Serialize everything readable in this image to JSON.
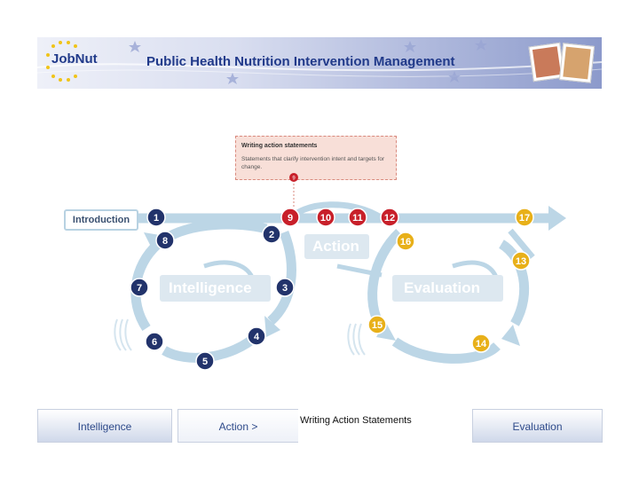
{
  "header": {
    "logo_text": "JobNut",
    "title": "Public Health Nutrition Intervention Management"
  },
  "info_box": {
    "title": "Writing action statements",
    "text": "Statements that clarify intervention intent and targets for change.",
    "marker": "9"
  },
  "diagram": {
    "introduction": "Introduction",
    "labels": {
      "intelligence": "Intelligence",
      "action": "Action",
      "evaluation": "Evaluation"
    },
    "steps": [
      {
        "n": "1",
        "group": "navy"
      },
      {
        "n": "2",
        "group": "navy"
      },
      {
        "n": "3",
        "group": "navy"
      },
      {
        "n": "4",
        "group": "navy"
      },
      {
        "n": "5",
        "group": "navy"
      },
      {
        "n": "6",
        "group": "navy"
      },
      {
        "n": "7",
        "group": "navy"
      },
      {
        "n": "8",
        "group": "navy"
      },
      {
        "n": "9",
        "group": "red"
      },
      {
        "n": "10",
        "group": "red"
      },
      {
        "n": "11",
        "group": "red"
      },
      {
        "n": "12",
        "group": "red"
      },
      {
        "n": "13",
        "group": "gold"
      },
      {
        "n": "14",
        "group": "gold"
      },
      {
        "n": "15",
        "group": "gold"
      },
      {
        "n": "16",
        "group": "gold"
      },
      {
        "n": "17",
        "group": "gold"
      }
    ],
    "colors": {
      "navy": "#22336b",
      "red": "#c8202a",
      "gold": "#e8b019",
      "arrow": "#bcd6e6",
      "label_bg": "#dde8f0"
    }
  },
  "nav": {
    "intelligence": "Intelligence",
    "action": "Action >",
    "current": "Writing Action Statements",
    "evaluation": "Evaluation"
  }
}
